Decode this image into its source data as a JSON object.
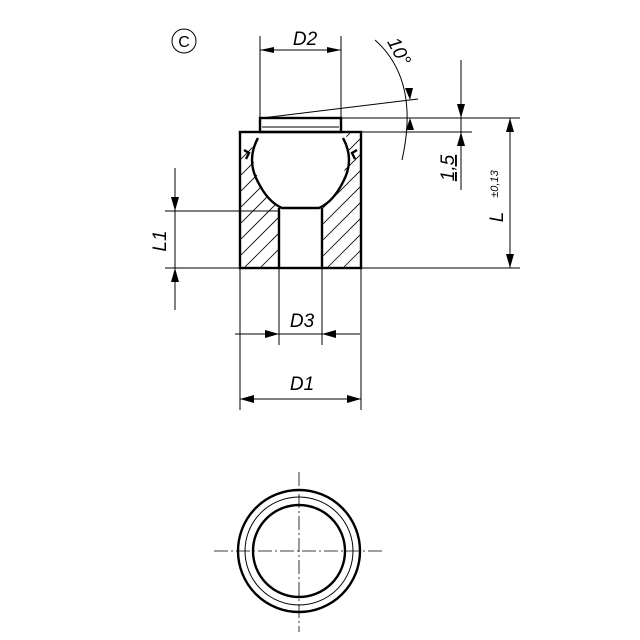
{
  "variant_mark": "C",
  "dimensions": {
    "d2": "D2",
    "angle": "10°",
    "groove_depth": "1,5",
    "length_main": "L",
    "length_tol": "±0,13",
    "l1": "L1",
    "d3": "D3",
    "d1": "D1"
  }
}
